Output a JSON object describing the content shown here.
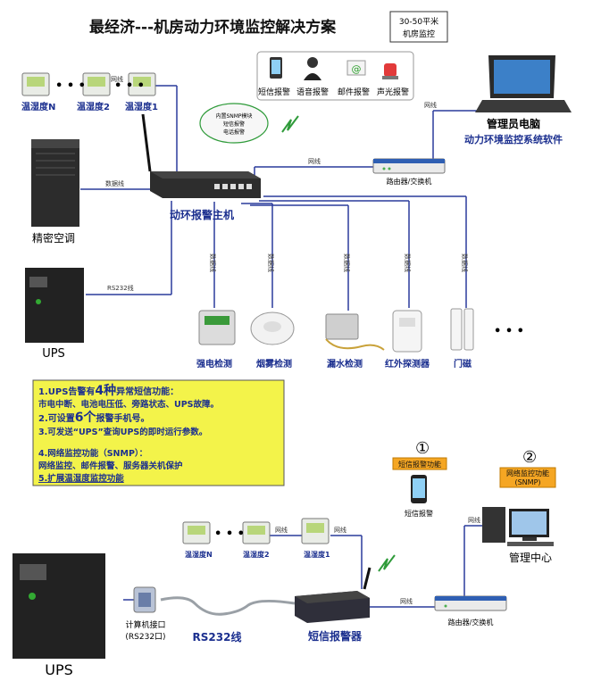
{
  "title": "最经济---机房动力环境监控解决方案",
  "title_badge": [
    "30-50平米",
    "机房监控"
  ],
  "alarms": [
    "短信报警",
    "语音报警",
    "邮件报警",
    "声光报警"
  ],
  "admin_pc": "管理员电脑",
  "software": "动力环境监控系统软件",
  "router_top": "路由器/交换机",
  "host": "动环报警主机",
  "cloud_lines": [
    "内置SNMP模块",
    "短信报警",
    "电话报警"
  ],
  "sensors_top": [
    "温湿度N",
    "温湿度2",
    "温湿度1"
  ],
  "ac": "精密空调",
  "ups_top": "UPS",
  "rs232_tag": "RS232线",
  "wire": "网线",
  "data_wire": "数据线",
  "detectors": [
    "强电检测",
    "烟雾检测",
    "漏水检测",
    "红外探测器",
    "门磁"
  ],
  "dots": "• • •",
  "info": [
    {
      "pre": "1.UPS告警有",
      "big": "4种",
      "post": "异常短信功能："
    },
    {
      "pre": "市电中断、电池电压低、旁路状态、UPS故障。",
      "big": "",
      "post": ""
    },
    {
      "pre": "2.可设置",
      "big": "6个",
      "post": "报警手机号。"
    },
    {
      "pre": "3.可发送“UPS”查询UPS的即时运行参数。",
      "big": "",
      "post": ""
    },
    {
      "pre": "4.网络监控功能（SNMP）：",
      "big": "",
      "post": ""
    },
    {
      "pre": "网络监控、邮件报警、服务器关机保护",
      "big": "",
      "post": ""
    },
    {
      "pre": "5.扩展温湿度监控功能",
      "big": "",
      "post": ""
    }
  ],
  "circle1": "①",
  "circle2": "②",
  "sms_func": "短信报警功能",
  "sms_phone": "短信报警",
  "net_func": [
    "网络监控功能",
    "(SNMP)"
  ],
  "center": "管理中心",
  "sensors_bottom": [
    "温湿度N",
    "温湿度2",
    "温湿度1"
  ],
  "ups_bottom": "UPS",
  "port_label": [
    "计算机接口",
    "(RS232口)"
  ],
  "rs232_line": "RS232线",
  "sms_alarmer": "短信报警器",
  "router_bottom": "路由器/交换机",
  "colors": {
    "label_blue": "#1b2f8f",
    "info_bg": "#f3f34a",
    "line": "#2a3b9c",
    "tag_bg": "#f5a623"
  }
}
